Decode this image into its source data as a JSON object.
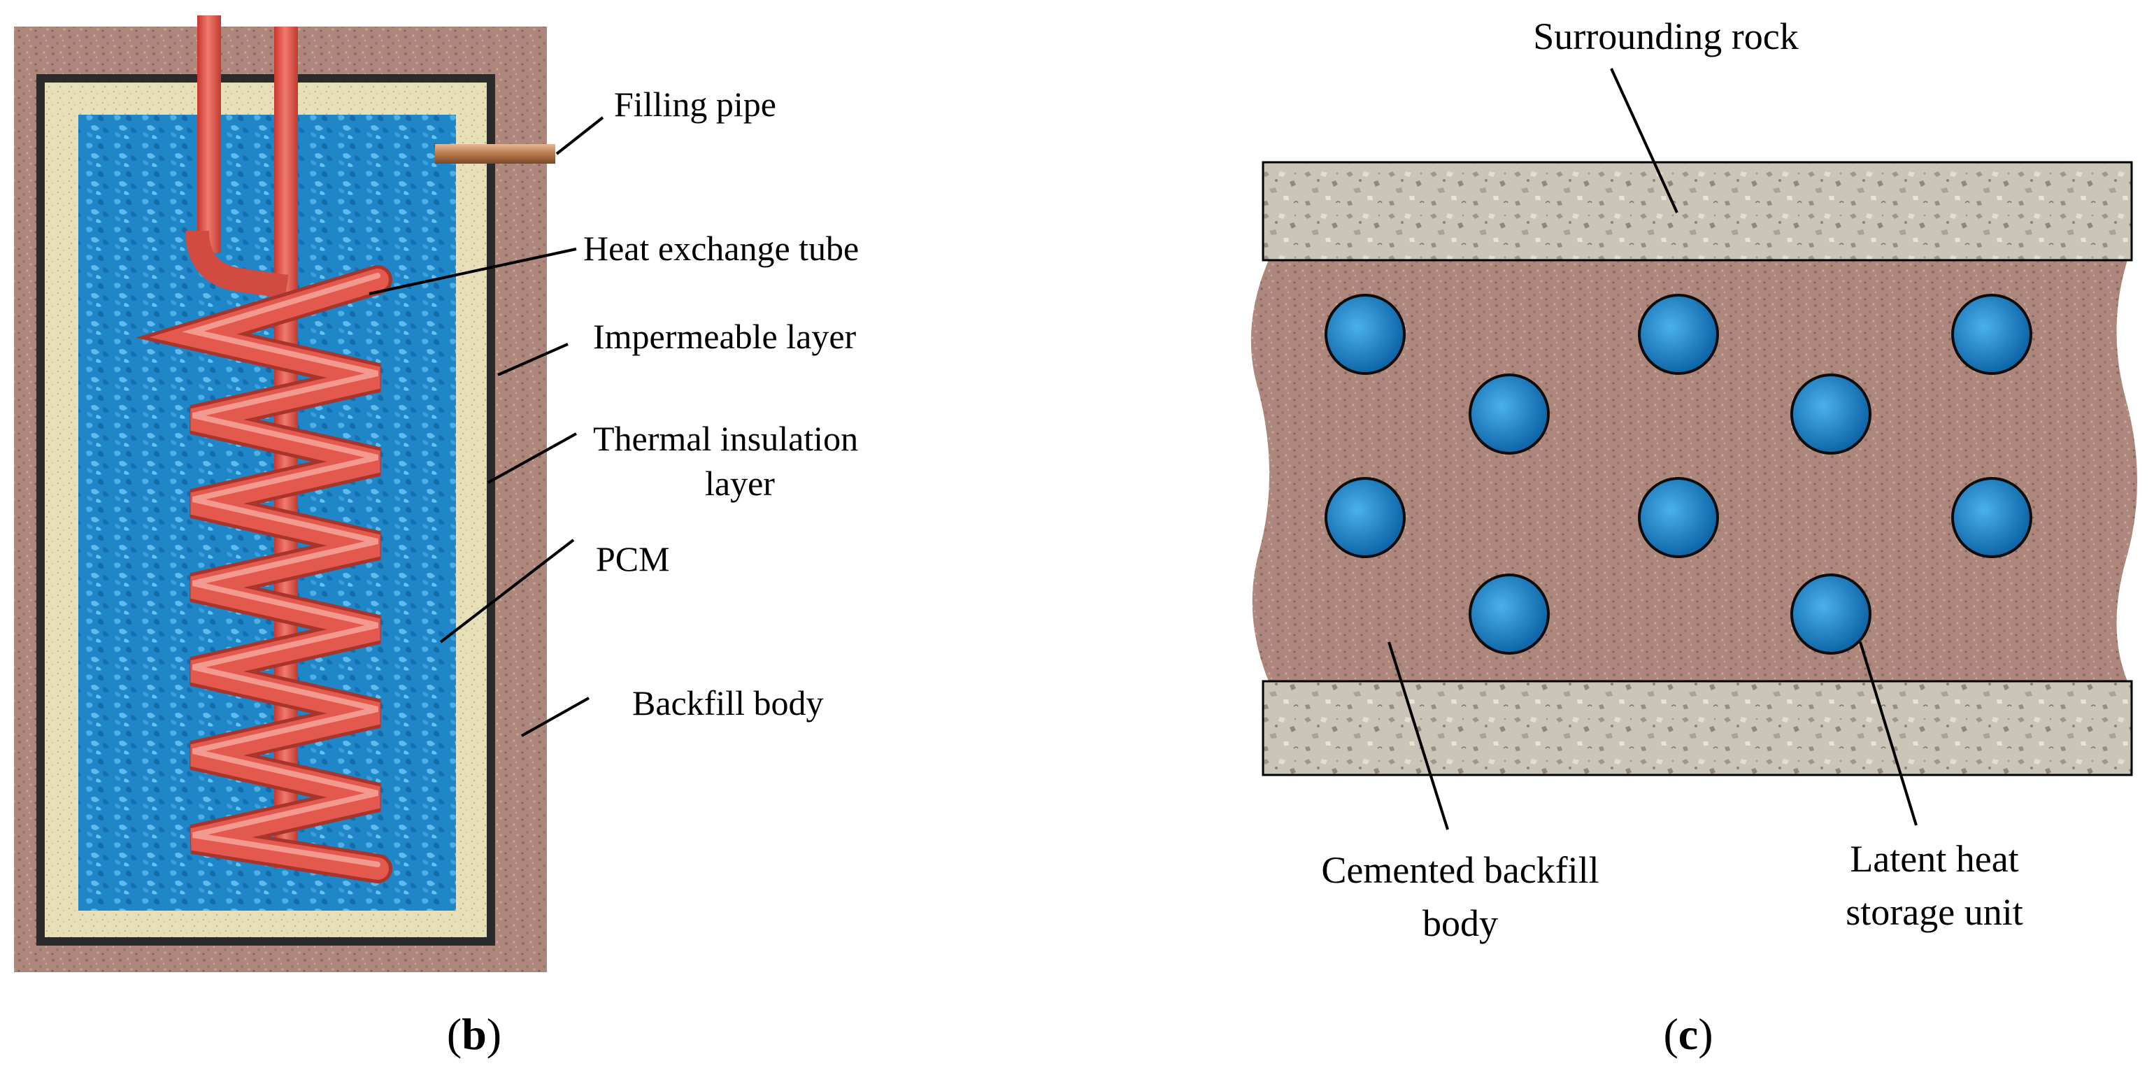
{
  "panel_b": {
    "labels": {
      "filling_pipe": "Filling pipe",
      "heat_exchange_tube": "Heat exchange tube",
      "impermeable_layer": "Impermeable layer",
      "thermal_insulation_line1": "Thermal insulation",
      "thermal_insulation_line2": "layer",
      "pcm": "PCM",
      "backfill_body": "Backfill body"
    },
    "caption": {
      "open": "(",
      "letter": "b",
      "close": ")"
    }
  },
  "panel_c": {
    "labels": {
      "surrounding_rock": "Surrounding rock",
      "cemented_line1": "Cemented backfill",
      "cemented_line2": "body",
      "latent_line1": "Latent heat",
      "latent_line2": "storage unit"
    },
    "caption": {
      "open": "(",
      "letter": "c",
      "close": ")"
    }
  },
  "colors": {
    "backfill": "#b08a80",
    "insulation": "#e3dbb4",
    "impermeable": "#2f2f2f",
    "pcm": "#1f86c8",
    "tube": "#e2574c",
    "rock": "#c9c3b6"
  }
}
